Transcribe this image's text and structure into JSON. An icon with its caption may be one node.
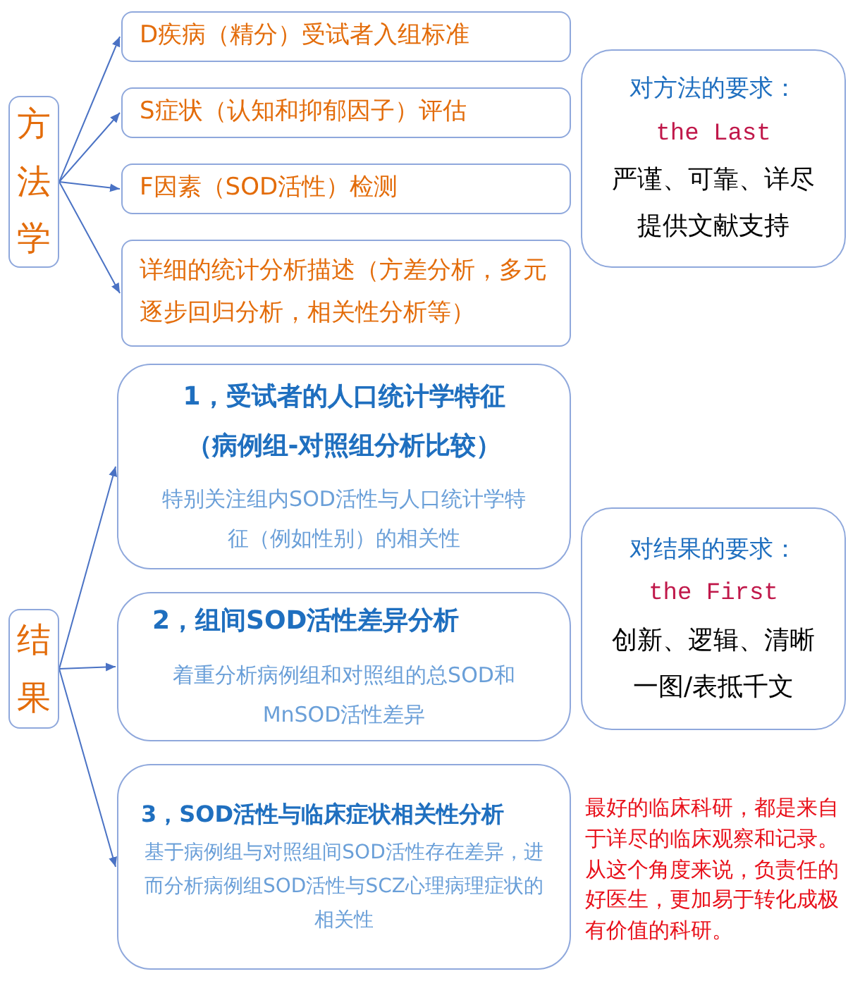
{
  "diagram": {
    "nodes": [
      {
        "text": [
          "方法学"
        ]
      },
      {
        "text": [
          "D疾病（精分）受试者入组标准"
        ]
      },
      {
        "text": [
          "S症状（认知和抑郁因子）评估"
        ]
      },
      {
        "text": [
          "F因素（SOD活性）检测"
        ]
      },
      {
        "text": [
          "详细的统计分析描述（方差分析，多元逐步回归分析，相关性分析等）"
        ]
      },
      {
        "text": [
          "对方法的要求：",
          "the Last",
          "严谨、可靠、详尽",
          "提供文献支持"
        ]
      },
      {
        "text": [
          "结果"
        ]
      },
      {
        "text": [
          "1，受试者的人口统计学特征（病例组-对照组分析比较）",
          "特别关注组内SOD活性与人口统计学特征（例如性别）的相关性"
        ]
      },
      {
        "text": [
          "2，组间SOD活性差异分析",
          "着重分析病例组和对照组的总SOD和MnSOD活性差异"
        ]
      },
      {
        "text": [
          "3，SOD活性与临床症状相关性分析",
          "基于病例组与对照组间SOD活性存在差异，进而分析病例组SOD活性与SCZ心理病理症状的相关性"
        ]
      },
      {
        "text": [
          "对结果的要求：",
          "the First",
          "创新、逻辑、清晰",
          "一图/表抵千文"
        ]
      }
    ],
    "edges": [
      {
        "from": 0,
        "to": 1,
        "arrow": "to"
      },
      {
        "from": 0,
        "to": 2,
        "arrow": "to"
      },
      {
        "from": 0,
        "to": 3,
        "arrow": "to"
      },
      {
        "from": 0,
        "to": 4,
        "arrow": "to"
      },
      {
        "from": 6,
        "to": 7,
        "arrow": "to"
      },
      {
        "from": 6,
        "to": 8,
        "arrow": "to"
      },
      {
        "from": 6,
        "to": 9,
        "arrow": "to"
      }
    ],
    "labels": [
      "最好的临床科研，都是来自于详尽的临床观察和记录。",
      "从这个角度来说，负责任的好医生，更加易于转化成极有价值的科研。"
    ]
  }
}
